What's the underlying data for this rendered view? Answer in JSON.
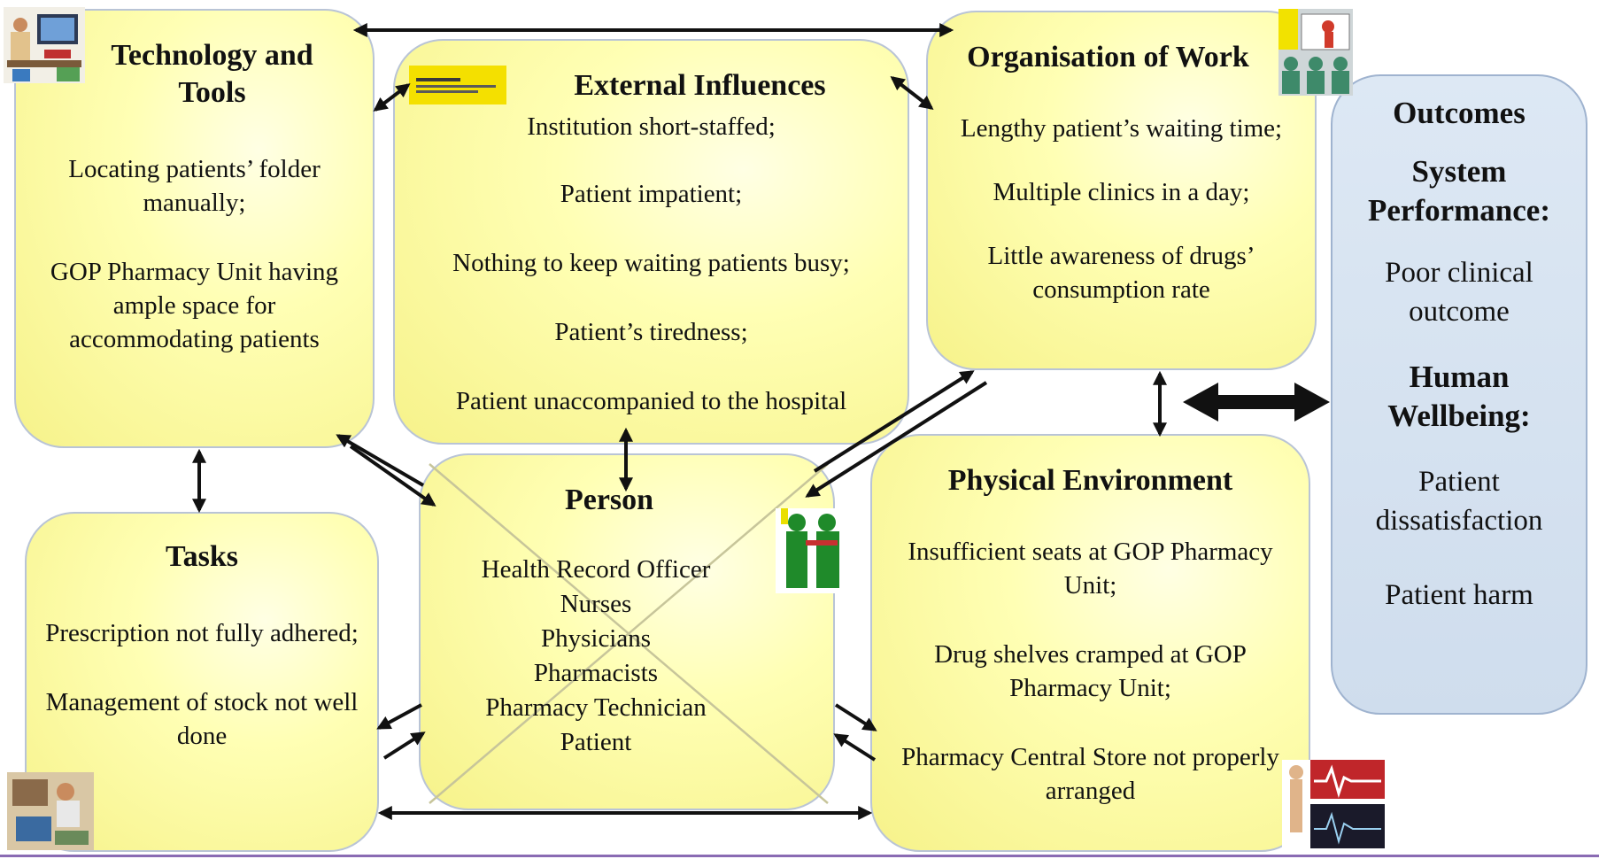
{
  "boxes": {
    "technology": {
      "title": "Technology and Tools",
      "items": [
        "Locating patients’ folder manually;",
        "GOP Pharmacy Unit having ample space for accommodating patients"
      ]
    },
    "external": {
      "title": "External Influences",
      "items": [
        "Institution short-staffed;",
        "Patient impatient;",
        "Nothing to keep waiting patients busy;",
        "Patient’s tiredness;",
        "Patient unaccompanied to the hospital"
      ]
    },
    "organisation": {
      "title": "Organisation of Work",
      "items": [
        "Lengthy patient’s waiting time;",
        "Multiple clinics in a day;",
        "Little awareness of drugs’ consumption rate"
      ]
    },
    "tasks": {
      "title": "Tasks",
      "items": [
        "Prescription not fully adhered;",
        "Management of stock not well done"
      ]
    },
    "person": {
      "title": "Person",
      "items": [
        "Health Record Officer",
        "Nurses",
        "Physicians",
        "Pharmacists",
        "Pharmacy Technician",
        "Patient"
      ]
    },
    "physical": {
      "title": "Physical Environment",
      "items": [
        "Insufficient seats at GOP Pharmacy Unit;",
        "Drug shelves cramped at GOP Pharmacy Unit;",
        "Pharmacy Central Store not properly arranged"
      ]
    },
    "outcomes": {
      "title": "Outcomes",
      "system_heading": "System Performance:",
      "system_items": [
        "Poor clinical outcome"
      ],
      "human_heading": "Human Wellbeing:",
      "human_items": [
        "Patient dissatisfaction",
        "Patient harm"
      ]
    }
  },
  "images": {
    "technology": "computer-workstation-picture",
    "external": "yellow-banner-logo",
    "organisation": "meeting-presentation-picture",
    "person": "green-people-picture",
    "tasks": "medical-work-picture",
    "physical": "hospital-environment-picture"
  },
  "colors": {
    "box_fill": "#ffffb4",
    "outcomes_fill": "#d5e2f0",
    "arrow": "#111111",
    "accent_line": "#8a6bb3"
  }
}
